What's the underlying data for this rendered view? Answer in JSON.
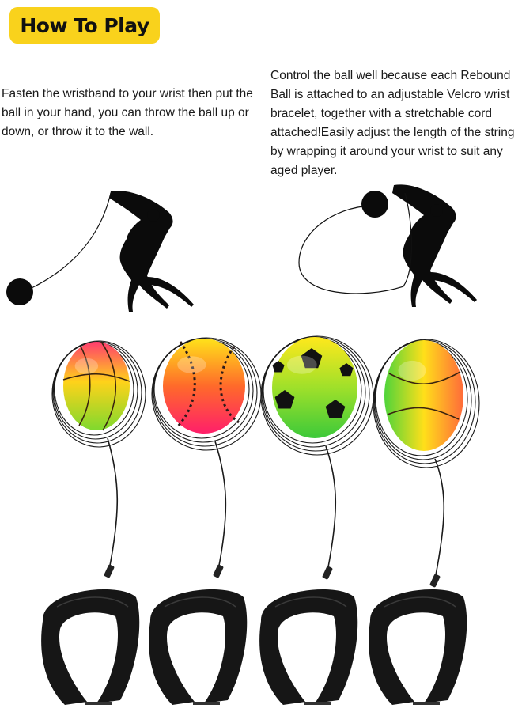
{
  "header": {
    "title": "How To Play"
  },
  "instructions": {
    "left": "Fasten the wristband  to your wrist  then put the ball in your hand, you can throw the ball up or down, or throw it to the wall.",
    "right": "Control the ball well because each Rebound Ball is attached to an adjustable Velcro wrist bracelet, together with a stretchable cord attached!Easily adjust the length of the string by wrapping it around your wrist to suit any aged player."
  },
  "colors": {
    "accent": "#f9d21c",
    "text": "#1a1a1a",
    "figure": "#0b0b0b",
    "strap": "#161616"
  },
  "products": [
    {
      "name": "basketball-pattern-ball",
      "colors": [
        "#ff3d6e",
        "#ffd21a",
        "#7fd92e"
      ]
    },
    {
      "name": "baseball-pattern-ball",
      "colors": [
        "#ffe21a",
        "#ff6a2a",
        "#ff1f6a"
      ]
    },
    {
      "name": "soccer-pattern-ball",
      "colors": [
        "#ffe81c",
        "#9fe02a",
        "#3cc93a"
      ]
    },
    {
      "name": "tennis-pattern-ball",
      "colors": [
        "#4fd43a",
        "#ffdf1a",
        "#ff6a3a"
      ]
    }
  ]
}
